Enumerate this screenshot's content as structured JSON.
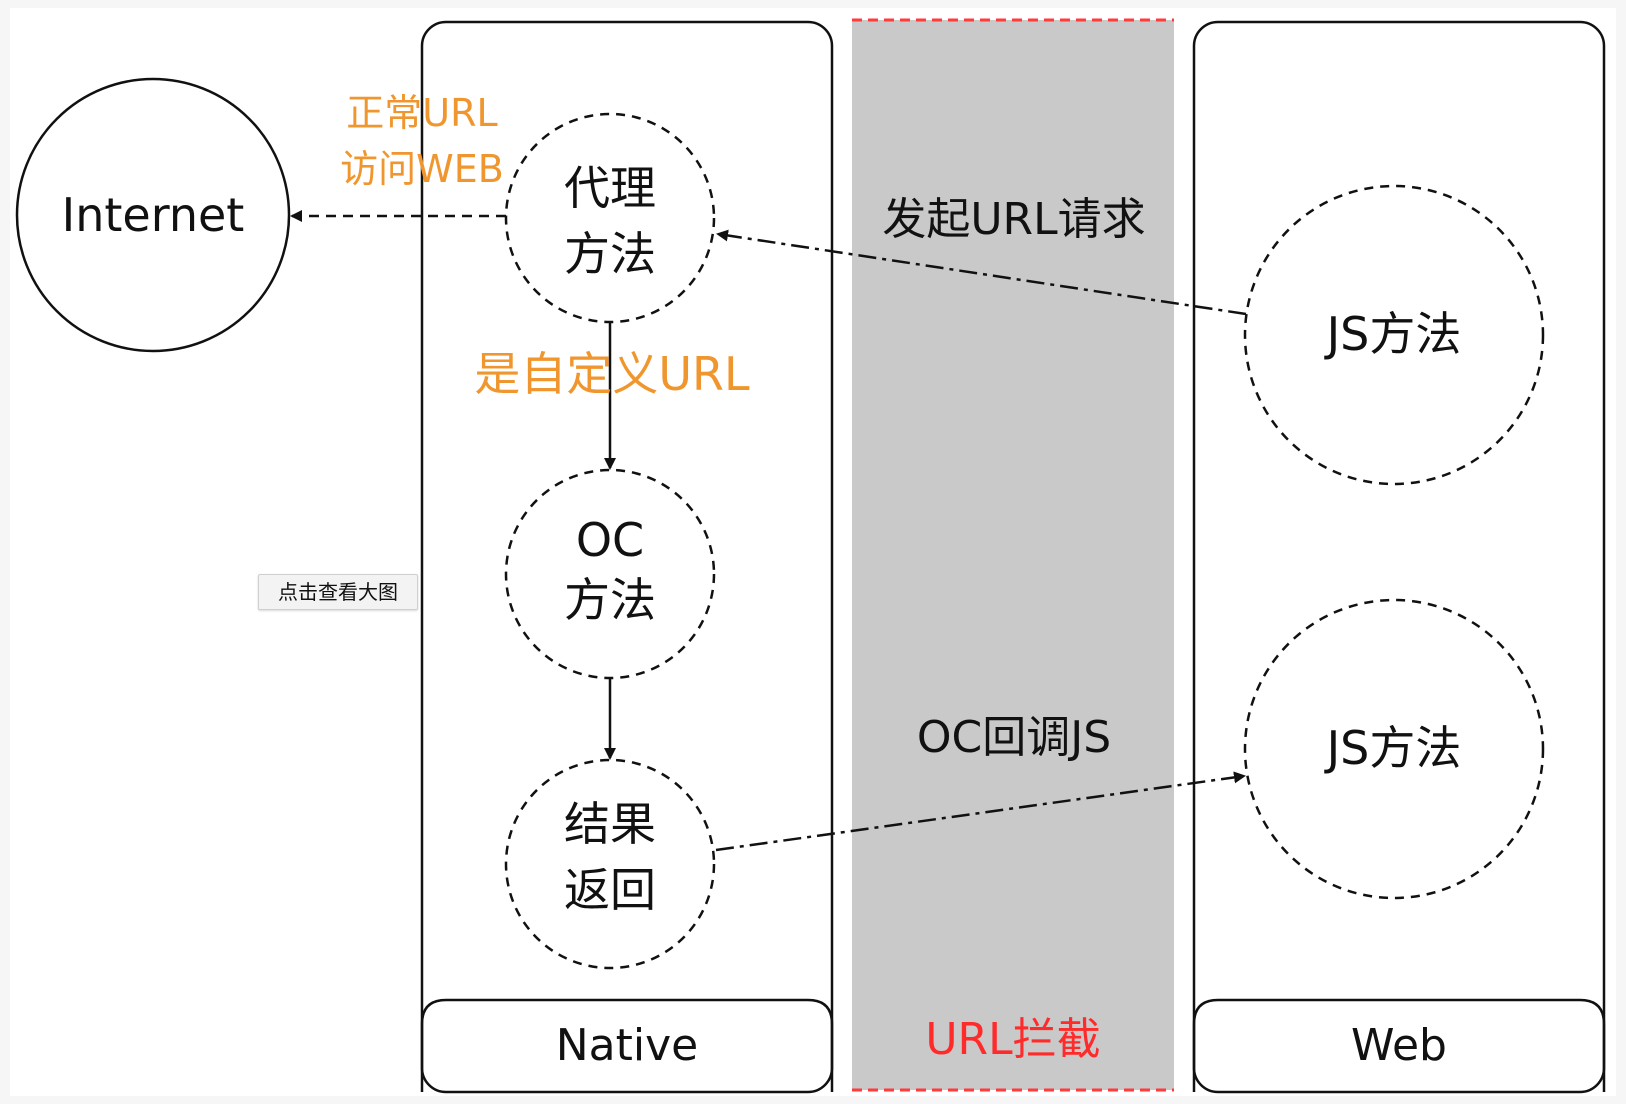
{
  "diagram": {
    "internet": "Internet",
    "edge_normal_url_line1": "正常URL",
    "edge_normal_url_line2": "访问WEB",
    "proxy_method_line1": "代理",
    "proxy_method_line2": "方法",
    "is_custom_url": "是自定义URL",
    "oc_method_line1": "OC",
    "oc_method_line2": "方法",
    "result_return_line1": "结果",
    "result_return_line2": "返回",
    "initiate_url_request": "发起URL请求",
    "oc_callback_js": "OC回调JS",
    "js_method_top": "JS方法",
    "js_method_bottom": "JS方法",
    "native_label": "Native",
    "url_intercept_label": "URL拦截",
    "web_label": "Web"
  },
  "view_large_button": "点击查看大图",
  "colors": {
    "orange": "#f0962e",
    "red": "#ff2a2a",
    "gray_band": "#c9c9c9",
    "stroke": "#111111"
  }
}
